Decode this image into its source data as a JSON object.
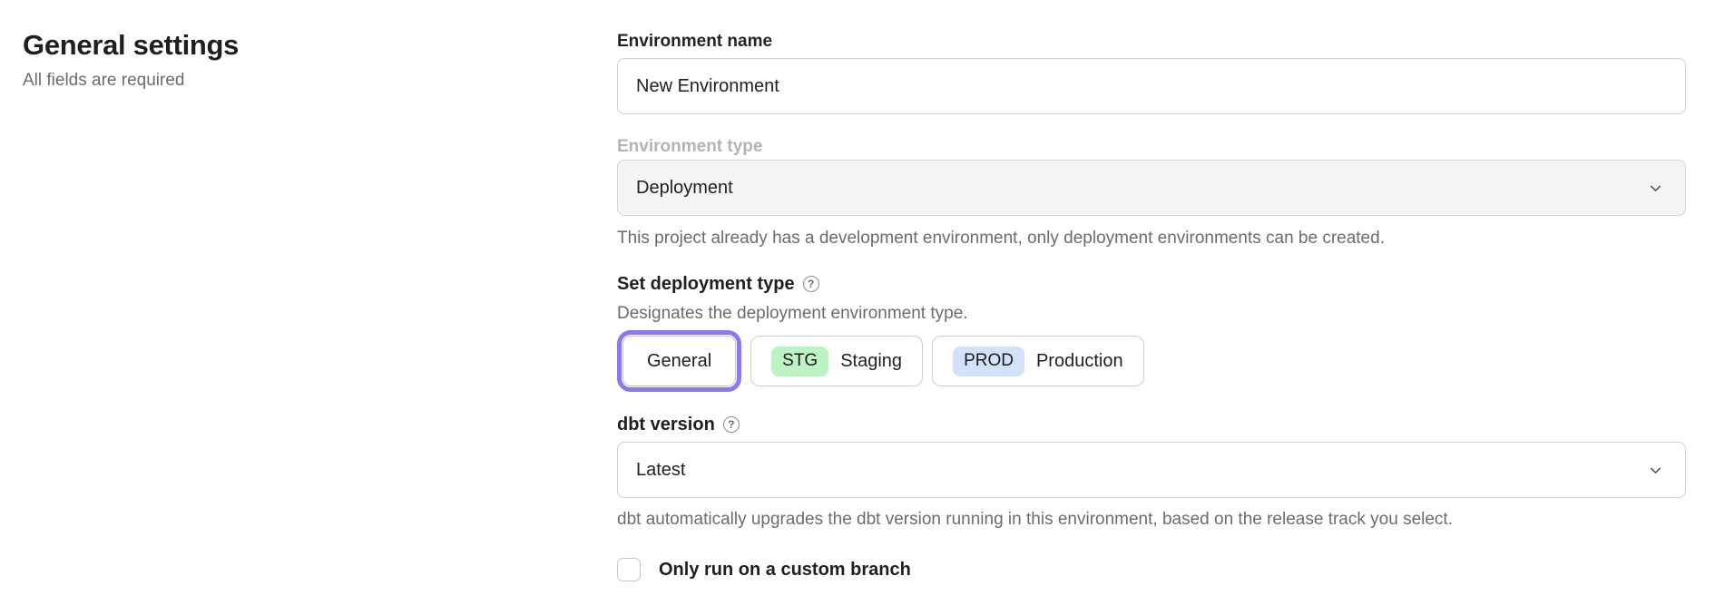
{
  "page": {
    "heading": "General settings",
    "subheading": "All fields are required"
  },
  "form": {
    "environment_name": {
      "label": "Environment name",
      "value": "New Environment"
    },
    "environment_type": {
      "label": "Environment type",
      "value": "Deployment",
      "disabled": true,
      "helper": "This project already has a development environment, only deployment environments can be created."
    },
    "deployment_type": {
      "label": "Set deployment type",
      "helper": "Designates the deployment environment type.",
      "options": [
        {
          "label": "General",
          "badge": null,
          "selected": true
        },
        {
          "label": "Staging",
          "badge": "STG",
          "badge_color": "#bbf3c3",
          "selected": false
        },
        {
          "label": "Production",
          "badge": "PROD",
          "badge_color": "#d3e2fb",
          "selected": false
        }
      ]
    },
    "dbt_version": {
      "label": "dbt version",
      "value": "Latest",
      "helper": "dbt automatically upgrades the dbt version running in this environment, based on the release track you select."
    },
    "custom_branch": {
      "label": "Only run on a custom branch",
      "checked": false
    }
  },
  "icons": {
    "help_glyph": "?",
    "chevron": "chevron-down-icon"
  },
  "colors": {
    "accent_purple": "#8a7af0",
    "badge_green": "#bbf3c3",
    "badge_blue": "#d3e2fb",
    "helper_gray": "#6f6b68",
    "border_gray": "#d3d0ce",
    "disabled_bg": "#f5f4f2"
  }
}
